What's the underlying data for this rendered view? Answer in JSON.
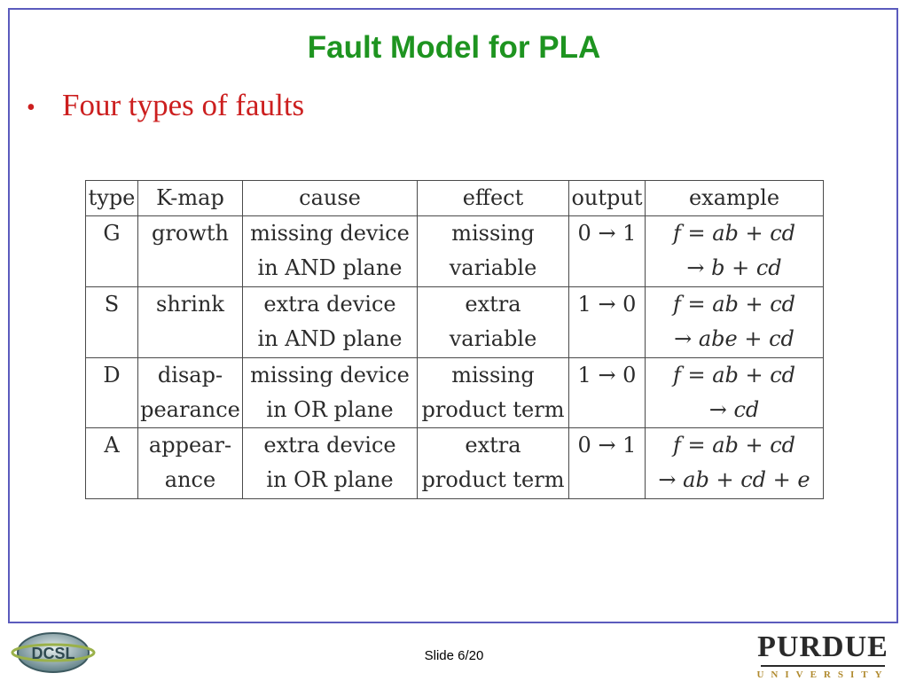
{
  "title": "Fault Model for PLA",
  "bullet": "Four types of faults",
  "table": {
    "headers": [
      "type",
      "K-map",
      "cause",
      "effect",
      "output",
      "example"
    ],
    "rows": [
      {
        "type": "G",
        "kmap": [
          "growth",
          ""
        ],
        "cause": [
          "missing device",
          "in AND plane"
        ],
        "effect": [
          "missing",
          "variable"
        ],
        "output": "0 → 1",
        "example": [
          "f = ab + cd",
          "→ b + cd"
        ]
      },
      {
        "type": "S",
        "kmap": [
          "shrink",
          ""
        ],
        "cause": [
          "extra device",
          "in AND plane"
        ],
        "effect": [
          "extra",
          "variable"
        ],
        "output": "1 → 0",
        "example": [
          "f = ab + cd",
          "→ abe + cd"
        ]
      },
      {
        "type": "D",
        "kmap": [
          "disap-",
          "pearance"
        ],
        "cause": [
          "missing device",
          "in OR plane"
        ],
        "effect": [
          "missing",
          "product term"
        ],
        "output": "1 → 0",
        "example": [
          "f = ab + cd",
          "→ cd"
        ]
      },
      {
        "type": "A",
        "kmap": [
          "appear-",
          "ance"
        ],
        "cause": [
          "extra device",
          "in OR plane"
        ],
        "effect": [
          "extra",
          "product term"
        ],
        "output": "0 → 1",
        "example": [
          "f = ab + cd",
          "→ ab + cd + e"
        ]
      }
    ]
  },
  "footer": {
    "logo_text": "DCSL",
    "slide_number": "Slide 6/20",
    "university": "PURDUE",
    "university_sub": "UNIVERSITY"
  },
  "colors": {
    "title": "#1e9420",
    "bullet": "#cc1f1f",
    "frame": "#5b5bbd"
  }
}
